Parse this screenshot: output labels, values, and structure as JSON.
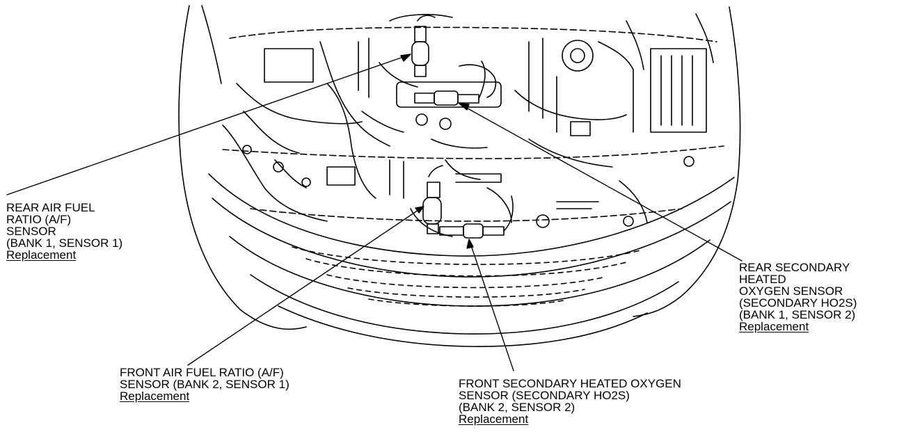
{
  "callouts": {
    "rear_af": {
      "lines": [
        "REAR AIR FUEL",
        "RATIO (A/F)",
        "SENSOR",
        "(BANK 1, SENSOR 1)"
      ],
      "link": "Replacement"
    },
    "front_af": {
      "lines": [
        "FRONT AIR FUEL RATIO (A/F)",
        "SENSOR (BANK 2, SENSOR 1)"
      ],
      "link": "Replacement"
    },
    "front_secondary": {
      "lines": [
        "FRONT SECONDARY HEATED OXYGEN",
        "SENSOR (SECONDARY HO2S)",
        "(BANK 2, SENSOR 2)"
      ],
      "link": "Replacement"
    },
    "rear_secondary": {
      "lines": [
        "REAR SECONDARY",
        "HEATED",
        "OXYGEN SENSOR",
        "(SECONDARY HO2S)",
        "(BANK 1, SENSOR 2)"
      ],
      "link": "Replacement"
    }
  },
  "style": {
    "line_color": "#000000",
    "background": "#ffffff"
  }
}
